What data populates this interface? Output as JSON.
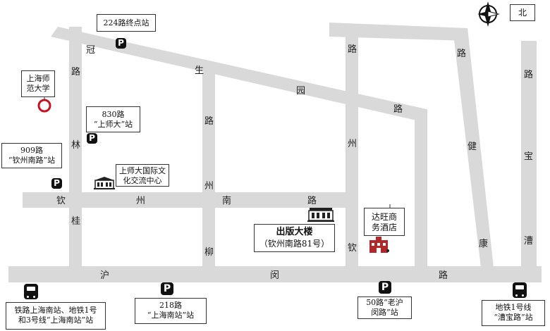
{
  "north_label": "北",
  "roads": {
    "guansheng": [
      "冠",
      "生",
      "园",
      "路"
    ],
    "qinzhou": [
      "钦",
      "州",
      "南",
      "路"
    ],
    "huming": [
      "沪",
      "闵",
      "路"
    ],
    "guilin": [
      "路",
      "林",
      "桂"
    ],
    "liuzhou": [
      "路",
      "州",
      "柳"
    ],
    "qinzhou_vertical": [
      "路",
      "州",
      "钦"
    ],
    "jiankang": [
      "路",
      "健",
      "康"
    ],
    "caobao": [
      "路",
      "宝",
      "漕"
    ]
  },
  "labels": {
    "bus224": "224路终点站",
    "shnu": [
      "上海师",
      "范大学"
    ],
    "bus830": [
      "830路",
      "“上师大”站"
    ],
    "bus909": [
      "909路",
      "“钦州南路”站"
    ],
    "exchange_center": [
      "上师大国际文",
      "化交流中心"
    ],
    "dawang": [
      "达旺商",
      "务酒店"
    ],
    "publishing": [
      "出版大楼",
      "（钦州南路81号）"
    ],
    "rail": [
      "铁路上海南站、地铁1号",
      "和3号线“上海南站”站"
    ],
    "bus218": [
      "218路",
      "“上海南站”站"
    ],
    "bus50": [
      "50路“老沪",
      "闵路”站"
    ],
    "metro1": [
      "地铁1号线",
      "“漕宝路”站"
    ]
  },
  "parking_symbol": "P",
  "colors": {
    "road": "#d9d9d9",
    "marker_ring": "#c8101e",
    "hotel": "#b0282a"
  }
}
